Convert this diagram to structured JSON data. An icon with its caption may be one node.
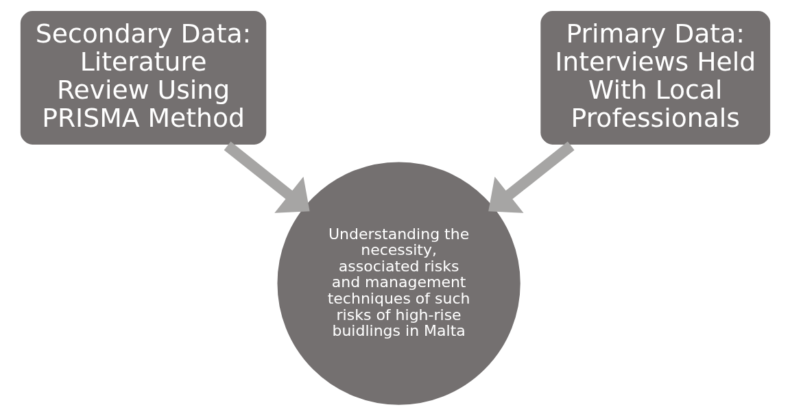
{
  "diagram": {
    "nodes": [
      {
        "text": [
          "Secondary Data: Literature Review Using PRISMA Method"
        ]
      },
      {
        "text": [
          "Primary Data: Interviews Held With Local Professionals"
        ]
      },
      {
        "text": [
          "Understanding the necessity, associated risks and management techniques of such risks of high-rise buidlings in Malta"
        ]
      }
    ],
    "edges": [
      {
        "from": 0,
        "to": 2,
        "arrow": "to"
      },
      {
        "from": 1,
        "to": 2,
        "arrow": "to"
      }
    ]
  }
}
